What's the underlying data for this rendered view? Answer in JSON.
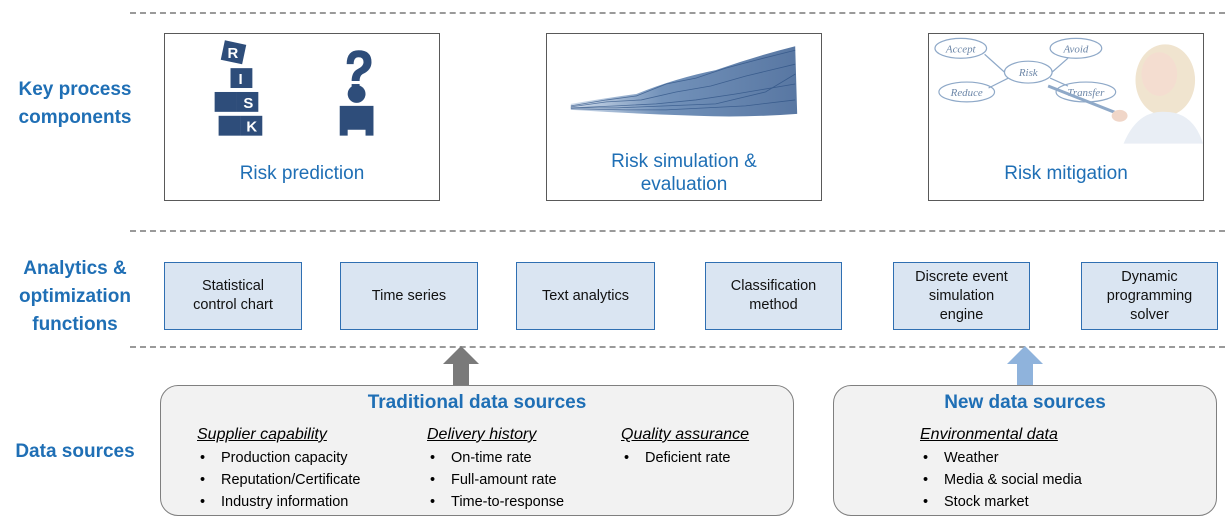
{
  "row_labels": {
    "key_process": [
      "Key process",
      "components"
    ],
    "analytics": [
      "Analytics &",
      "optimization",
      "functions"
    ],
    "data_sources": "Data sources"
  },
  "components": [
    {
      "line1": "Risk prediction",
      "line2": "",
      "image": "risk-cubes-question-figure-image"
    },
    {
      "line1": "Risk simulation &",
      "line2": "evaluation",
      "image": "simulation-paths-image"
    },
    {
      "line1": "Risk mitigation",
      "line2": "",
      "image": "risk-mindmap-woman-image"
    }
  ],
  "risk_image_words": [
    "Accept",
    "Avoid",
    "Risk",
    "Reduce",
    "Transfer"
  ],
  "cube_letters": [
    "R",
    "I",
    "S",
    "K"
  ],
  "functions": [
    [
      "Statistical",
      "control chart"
    ],
    [
      "Time series"
    ],
    [
      "Text analytics"
    ],
    [
      "Classification",
      "method"
    ],
    [
      "Discrete event",
      "simulation",
      "engine"
    ],
    [
      "Dynamic",
      "programming",
      "solver"
    ]
  ],
  "traditional": {
    "title": "Traditional data sources",
    "columns": [
      {
        "heading": "Supplier capability",
        "items": [
          "Production capacity",
          "Reputation/Certificate",
          "Industry information"
        ]
      },
      {
        "heading": "Delivery history",
        "items": [
          "On-time rate",
          "Full-amount rate",
          "Time-to-response"
        ]
      },
      {
        "heading": "Quality assurance",
        "items": [
          "Deficient rate"
        ]
      }
    ]
  },
  "new_sources": {
    "title": "New data sources",
    "columns": [
      {
        "heading": "Environmental data",
        "items": [
          "Weather",
          "Media & social media",
          "Stock market"
        ]
      }
    ]
  },
  "colors": {
    "label_blue": "#1f6fb5",
    "function_fill": "#dae5f2",
    "function_border": "#2f6fb2",
    "arrow_gray": "#7a7a7a",
    "arrow_blue": "#8fb3dc",
    "source_fill": "#f2f2f2"
  }
}
